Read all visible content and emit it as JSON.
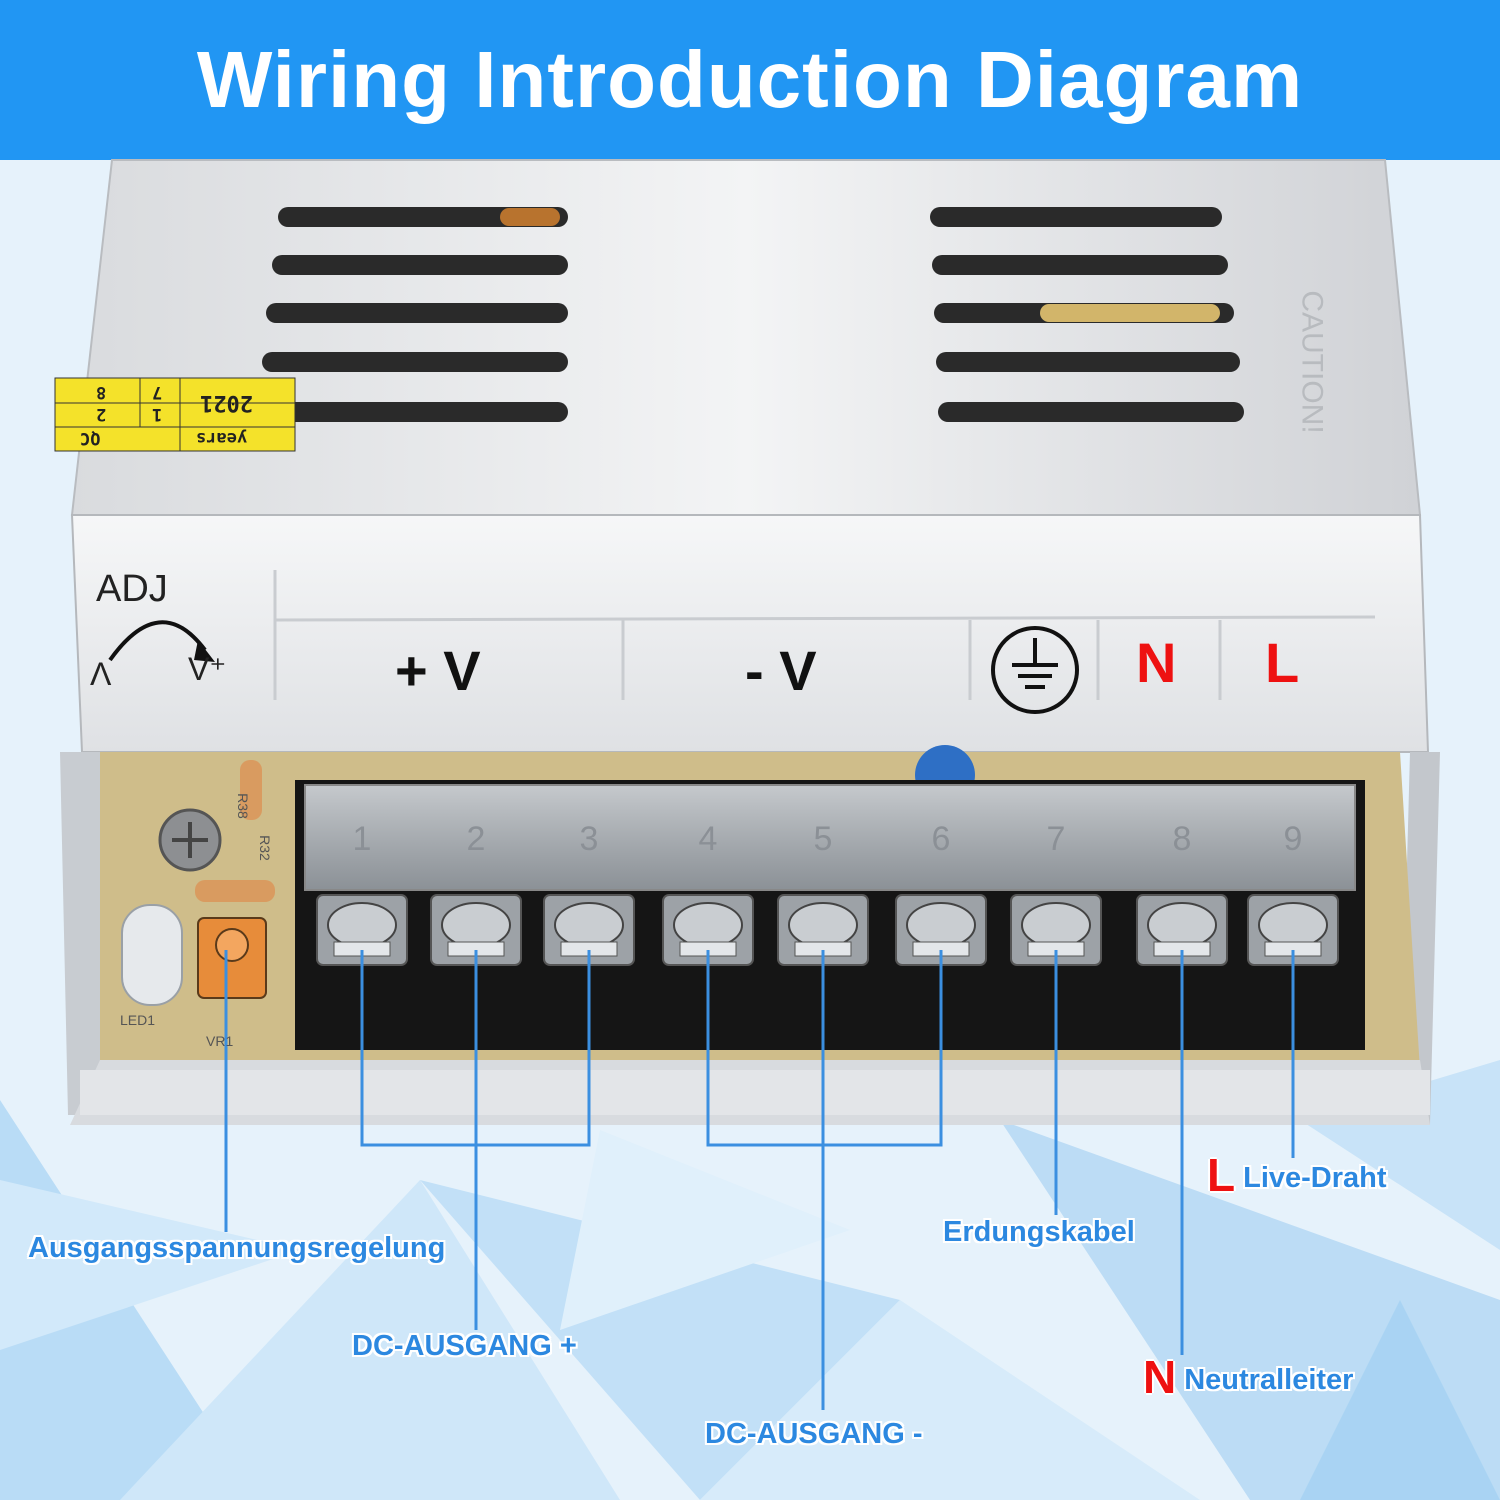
{
  "title": "Wiring Introduction Diagram",
  "terminals": {
    "positive": "+ V",
    "negative": "- V",
    "neutral": "N",
    "live": "L"
  },
  "adj": {
    "label": "ADJ",
    "minus": "Λ",
    "plus": "V⁺"
  },
  "sticker": {
    "years": "years",
    "year": "2021",
    "qc": "QC",
    "col1": "1",
    "col2": "2",
    "col7": "7",
    "col8": "8"
  },
  "board_marks": {
    "caution": "CAUTION!",
    "led": "LED1",
    "vr": "VR1",
    "r38": "R38",
    "r32": "R32"
  },
  "terminal_numbers": [
    "1",
    "2",
    "3",
    "4",
    "5",
    "6",
    "7",
    "8",
    "9"
  ],
  "callouts": {
    "adjust": "Ausgangsspannungsregelung",
    "dc_plus": "DC-AUSGANG +",
    "dc_minus": "DC-AUSGANG -",
    "ground": "Erdungskabel",
    "live_prefix": "L",
    "live": "Live-Draht",
    "neutral_prefix": "N",
    "neutral": "Neutralleiter"
  },
  "colors": {
    "header": "#2196f3",
    "callout_text": "#2c88e0",
    "line": "#3b8fe0",
    "accent_red": "#ee1111"
  }
}
